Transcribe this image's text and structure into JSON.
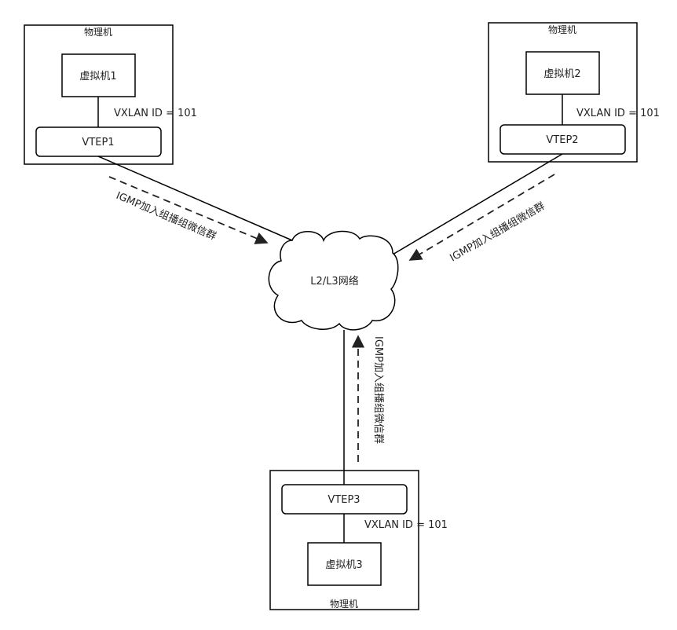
{
  "hosts": [
    {
      "host_label": "物理机",
      "vm_label": "虚拟机1",
      "vtep_label": "VTEP1",
      "vni_label": "VXLAN ID = 101"
    },
    {
      "host_label": "物理机",
      "vm_label": "虚拟机2",
      "vtep_label": "VTEP2",
      "vni_label": "VXLAN ID = 101"
    },
    {
      "host_label": "物理机",
      "vm_label": "虚拟机3",
      "vtep_label": "VTEP3",
      "vni_label": "VXLAN ID = 101"
    }
  ],
  "network": {
    "label": "L2/L3网络"
  },
  "igmp_labels": [
    "IGMP加入组播组微信群",
    "IGMP加入组播组微信群",
    "IGMP加入组播组微信群"
  ]
}
